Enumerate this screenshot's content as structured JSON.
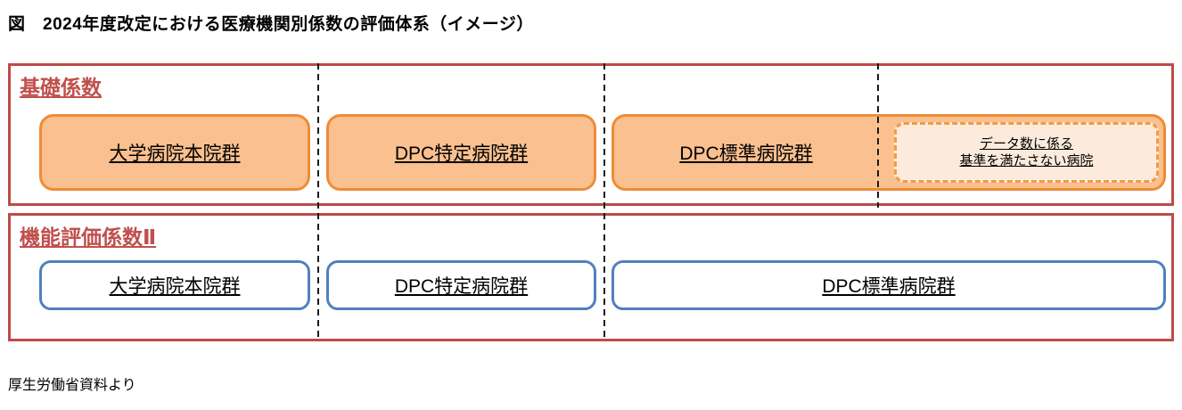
{
  "title": "図　2024年度改定における医療機関別係数の評価体系（イメージ）",
  "source_note": "厚生労働省資料より",
  "colors": {
    "frame_red": "#BE4B48",
    "header_red": "#C0504D",
    "orange_border": "#ED8C38",
    "orange_fill": "#FAC08F",
    "exception_fill": "#FCEBDC",
    "exception_border": "#F09C42",
    "blue_border": "#4F81BD",
    "separator_black": "#1a1a1a"
  },
  "sections": [
    {
      "header": "基礎係数",
      "boxes": [
        {
          "label": "大学病院本院群"
        },
        {
          "label": "DPC特定病院群"
        },
        {
          "label": "DPC標準病院群"
        }
      ],
      "exception_box": {
        "line1": "データ数に係る",
        "line2": "基準を満たさない病院"
      }
    },
    {
      "header": "機能評価係数Ⅱ",
      "boxes": [
        {
          "label": "大学病院本院群"
        },
        {
          "label": "DPC特定病院群"
        },
        {
          "label": "DPC標準病院群"
        }
      ]
    }
  ]
}
